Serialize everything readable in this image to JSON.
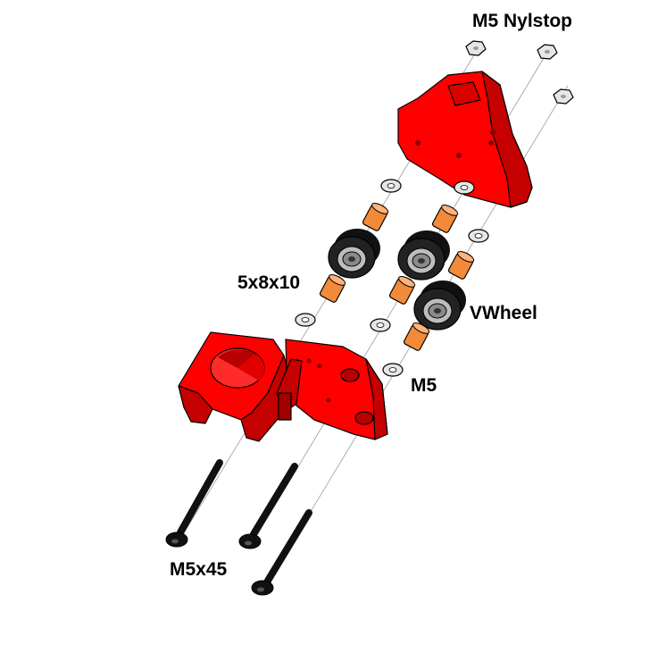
{
  "labels": {
    "nut": "M5 Nylstop",
    "spacer": "5x8x10",
    "wheel": "VWheel",
    "washer": "M5",
    "bolt": "M5x45"
  },
  "colors": {
    "part": "#ff0000",
    "part_shadow": "#c40000",
    "spacer": "#f28a3a",
    "wheel": "#111111",
    "metal": "#e6e6e6"
  }
}
